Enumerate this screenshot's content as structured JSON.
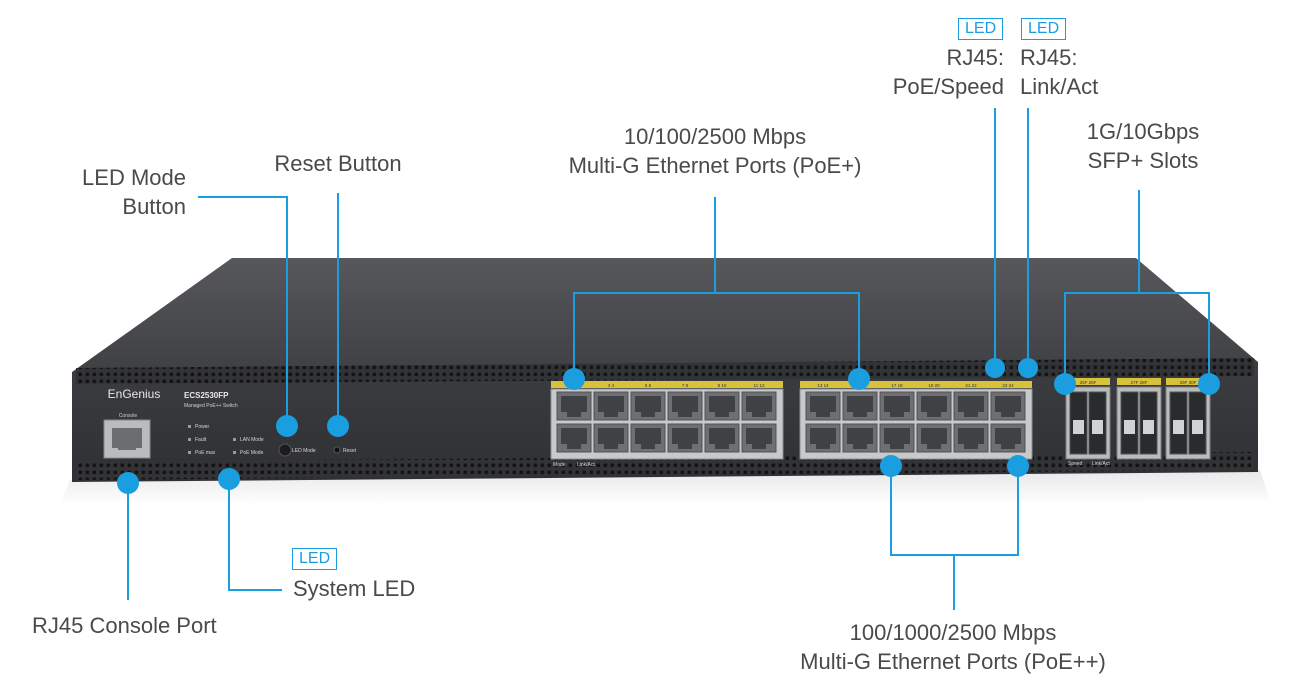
{
  "labels": {
    "led_mode_button": [
      "LED Mode",
      "Button"
    ],
    "reset_button": "Reset Button",
    "multig_poe_plus": [
      "10/100/2500 Mbps",
      "Multi-G Ethernet Ports (PoE+)"
    ],
    "rj45_poe_speed": [
      "RJ45:",
      "PoE/Speed"
    ],
    "rj45_link_act": [
      "RJ45:",
      "Link/Act"
    ],
    "sfp_slots": [
      "1G/10Gbps",
      "SFP+ Slots"
    ],
    "console_port": "RJ45 Console Port",
    "system_led": "System LED",
    "multig_poe_plusplus": [
      "100/1000/2500 Mbps",
      "Multi-G Ethernet Ports (PoE++)"
    ],
    "led_tag": "LED"
  },
  "device": {
    "brand": "EnGenius",
    "model": "ECS2530FP",
    "subtitle": "Managed PoE++ Switch",
    "console_label": "Console",
    "system_leds": [
      "Power",
      "Fault",
      "PoE max",
      "LAN Mode",
      "PoE Mode"
    ],
    "led_mode_label": "LED Mode",
    "reset_label": "Reset",
    "port_group_1": [
      "1",
      "2",
      "3",
      "4",
      "5",
      "6",
      "7",
      "8",
      "9",
      "10",
      "11",
      "12"
    ],
    "port_group_2": [
      "13",
      "14",
      "15",
      "16",
      "17",
      "18",
      "19",
      "20",
      "21",
      "22",
      "23",
      "24"
    ],
    "port_legend": [
      "Mode",
      "Link/Act"
    ],
    "sfp_ports": [
      "25F",
      "26F",
      "27F",
      "28F",
      "29F",
      "30F"
    ],
    "sfp_legend": [
      "Speed",
      "Link/Act"
    ]
  },
  "colors": {
    "accent": "#1a9ee0",
    "chassis_front": "#3a3b3d",
    "chassis_top": "#4a4b4e"
  }
}
